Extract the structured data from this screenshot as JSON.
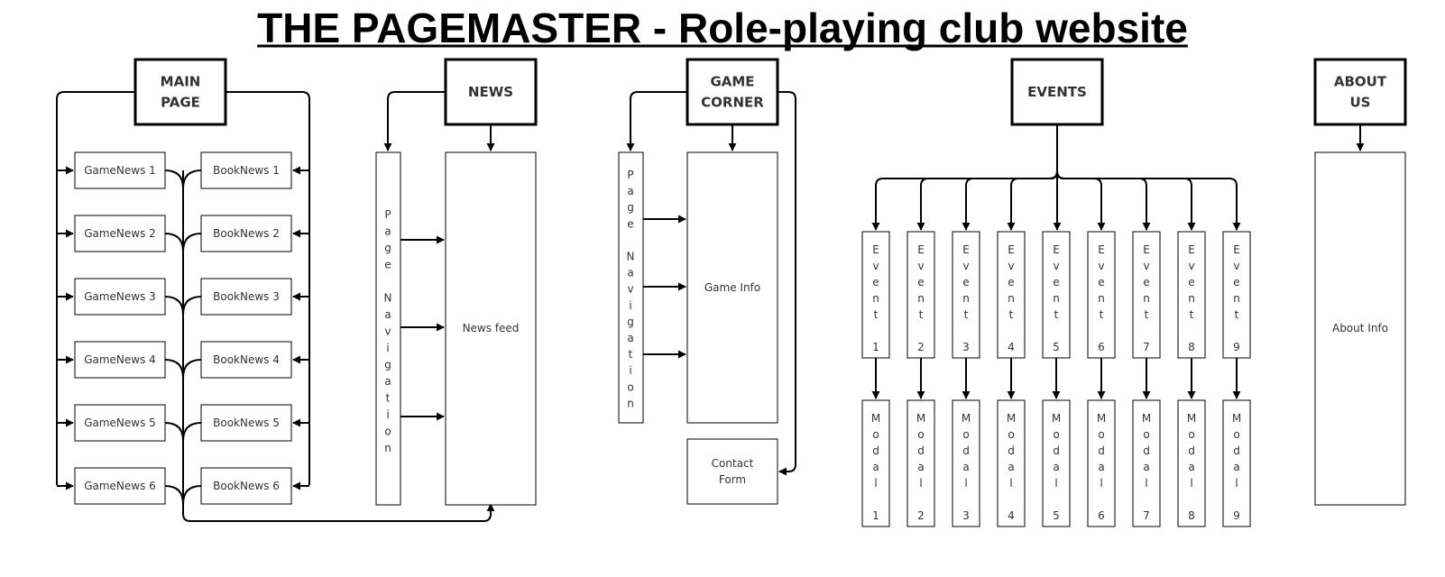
{
  "title": "THE PAGEMASTER - Role-playing club website",
  "sections": {
    "main_page": {
      "label_lines": [
        "MAIN",
        "PAGE"
      ]
    },
    "news": {
      "label_lines": [
        "NEWS"
      ]
    },
    "game_corner": {
      "label_lines": [
        "GAME",
        "CORNER"
      ]
    },
    "events": {
      "label_lines": [
        "EVENTS"
      ]
    },
    "about_us": {
      "label_lines": [
        "ABOUT",
        "US"
      ]
    }
  },
  "main_page_items": {
    "game_news": [
      "GameNews 1",
      "GameNews 2",
      "GameNews 3",
      "GameNews 4",
      "GameNews 5",
      "GameNews 6"
    ],
    "book_news": [
      "BookNews 1",
      "BookNews 2",
      "BookNews 3",
      "BookNews 4",
      "BookNews 5",
      "BookNews 6"
    ]
  },
  "news_items": {
    "page_navigation": "Page Navigation",
    "news_feed": "News feed"
  },
  "game_corner_items": {
    "page_navigation": "Page Navigation",
    "game_info": "Game Info",
    "contact_form_lines": [
      "Contact",
      "Form"
    ]
  },
  "events_items": {
    "events": [
      "Event 1",
      "Event 2",
      "Event 3",
      "Event 4",
      "Event 5",
      "Event 6",
      "Event 7",
      "Event 8",
      "Event 9"
    ],
    "modals": [
      "Modal 1",
      "Modal 2",
      "Modal 3",
      "Modal 4",
      "Modal 5",
      "Modal 6",
      "Modal 7",
      "Modal 8",
      "Modal 9"
    ]
  },
  "about_us_items": {
    "about_info": "About Info"
  }
}
